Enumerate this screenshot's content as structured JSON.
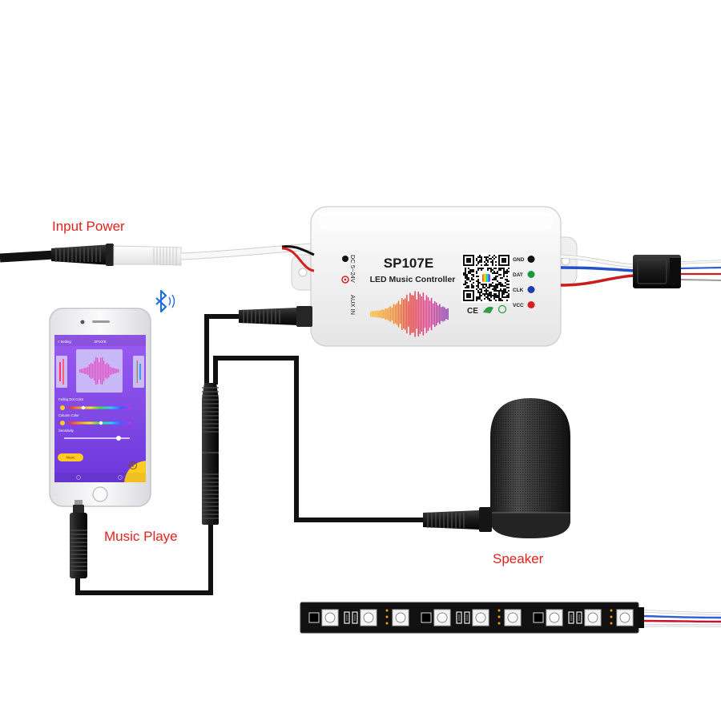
{
  "labels": {
    "input_power": "Input Power",
    "music_player": "Music Playe",
    "speaker": "Speaker"
  },
  "controller": {
    "model": "SP107E",
    "subtitle": "LED Music Controller",
    "power_label": "DC 5~24V",
    "aux_label": "AUX IN",
    "certification": "CE",
    "pins": [
      {
        "name": "GND",
        "color": "#111111"
      },
      {
        "name": "DAT",
        "color": "#1a9a3a"
      },
      {
        "name": "CLK",
        "color": "#1c3fa8"
      },
      {
        "name": "VCC",
        "color": "#d62020"
      }
    ]
  },
  "phone": {
    "back_label": "< Setting",
    "title": "SP107E",
    "falling_dot_color": "Falling Dot Color",
    "column_color": "Column Color",
    "sensitivity": "Sensitivity",
    "music_button": "Music"
  },
  "icons": {
    "bluetooth": "bluetooth-icon",
    "qr_code": "qr-code-icon"
  },
  "colors": {
    "label": "#e3211c",
    "bluetooth": "#1f6fd8",
    "accent_yellow": "#ffcc22"
  }
}
